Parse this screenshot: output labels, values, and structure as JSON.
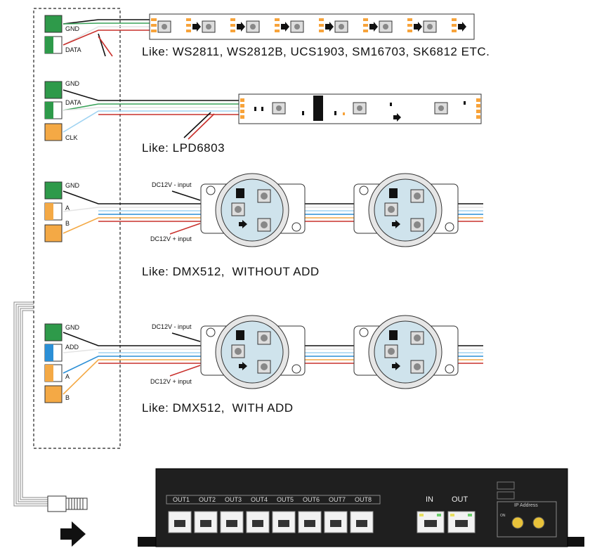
{
  "sections": [
    {
      "caption": "Like: WS2811, WS2812B, UCS1903, SM16703, SK6812 ETC.",
      "pins": [
        "GND",
        "DATA"
      ]
    },
    {
      "caption": "Like: LPD6803",
      "pins": [
        "GND",
        "DATA",
        "CLK"
      ]
    },
    {
      "caption": "Like: DMX512,  WITHOUT ADD",
      "pins": [
        "GND",
        "A",
        "B"
      ],
      "power_minus": "DC12V - input",
      "power_plus": "DC12V + input"
    },
    {
      "caption": "Like: DMX512,  WITH ADD",
      "pins": [
        "GND",
        "ADD",
        "A",
        "B"
      ],
      "power_minus": "DC12V - input",
      "power_plus": "DC12V + input"
    }
  ],
  "controller": {
    "outputs": [
      "OUT1",
      "OUT2",
      "OUT3",
      "OUT4",
      "OUT5",
      "OUT6",
      "OUT7",
      "OUT8"
    ],
    "in_label": "IN",
    "out_label": "OUT",
    "ip_title": "IP Address",
    "ip_on": "ON"
  },
  "colors": {
    "green": "#2e9a4a",
    "orange": "#f4a945",
    "blue": "#2b8fd6",
    "board": "#1f1f1f",
    "strip": "#f7a33a"
  }
}
